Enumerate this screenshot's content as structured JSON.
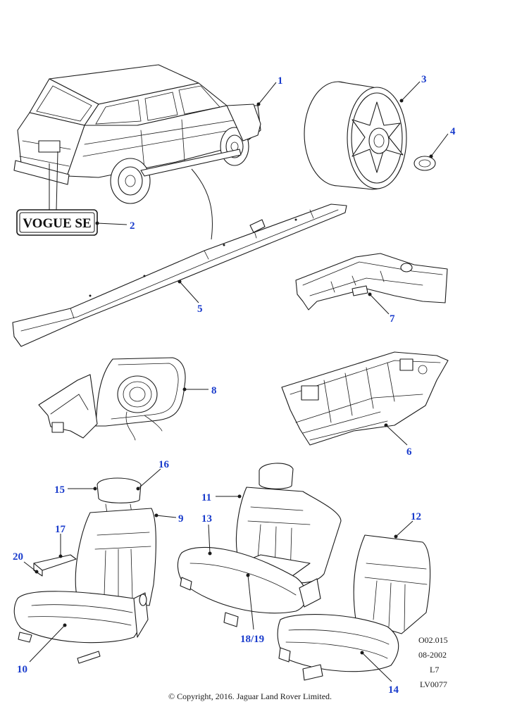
{
  "callouts": {
    "c1": "1",
    "c2": "2",
    "c3": "3",
    "c4": "4",
    "c5": "5",
    "c6": "6",
    "c7": "7",
    "c8": "8",
    "c9": "9",
    "c10": "10",
    "c11": "11",
    "c12": "12",
    "c13": "13",
    "c14": "14",
    "c15": "15",
    "c16": "16",
    "c17": "17",
    "c1819": "18/19",
    "c20": "20"
  },
  "badge_text": "VOGUE SE",
  "reference": {
    "code": "O02.015",
    "date": "08-2002",
    "sheet": "L7",
    "id": "LV0077"
  },
  "copyright": "© Copyright, 2016. Jaguar Land Rover Limited.",
  "colors": {
    "callout": "#1a3ccc",
    "line": "#1a1a1a"
  }
}
